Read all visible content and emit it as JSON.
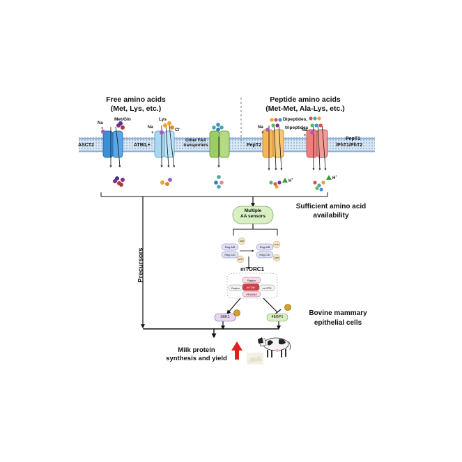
{
  "headings": {
    "free_aa_line1": "Free amino acids",
    "free_aa_line2": "(Met, Lys, etc.)",
    "peptide_aa_line1": "Peptide amino acids",
    "peptide_aa_line2": "(Met-Met, Ala-Lys, etc.)"
  },
  "transporters": {
    "asct2": "ASCT2",
    "atb0": "ATB0,+",
    "other_faa_line1": "Other FAA",
    "other_faa_line2": "transporters",
    "pept2": "PepT2",
    "pept1_line1": "PepT1",
    "pept1_line2": "/PhT1/PhT2"
  },
  "substrates": {
    "na": "Na",
    "plus": "+",
    "met_gln": "Met/Gln",
    "lys": "Lys",
    "cl": "Cl",
    "minus": "-",
    "dipeptides": "Dipeptides,",
    "tripeptides": "tripeptides",
    "h": "H"
  },
  "sensing": {
    "sufficient_line1": "Sufficient amino acid",
    "sufficient_line2": "availability",
    "sensors_line1": "Multiple",
    "sensors_line2": "AA sensors",
    "rag_ab": "Rag A/B",
    "rag_cd": "Rag C/D",
    "gdp": "GDP",
    "gtp": "GTP"
  },
  "mtorc1": {
    "title": "mTORC1",
    "raptor": "Raptor",
    "deptor": "Deptor",
    "mtor": "mTOR",
    "mlst8": "mLST8",
    "pras40": "PRAS40",
    "s6k1": "S6K1",
    "fourebp1": "4EBP1"
  },
  "labels": {
    "precursors": "Precursors",
    "cells_line1": "Bovine mammary",
    "cells_line2": "epithelial cells",
    "milk_line1": "Milk protein",
    "milk_line2": "synthesis and yield"
  },
  "colors": {
    "asct2": "#3d8fd6",
    "atb0": "#a9d8f2",
    "other_faa": "#9ccc65",
    "pept2": "#f7b556",
    "pept1": "#ef7e7a",
    "membrane": "#b8d1e8",
    "sensor_box": "#d9efc4",
    "mtor": "#c9434a",
    "s6k1": "#e8d9f2",
    "fourebp1": "#d9efc4",
    "up_arrow": "#e02020"
  }
}
